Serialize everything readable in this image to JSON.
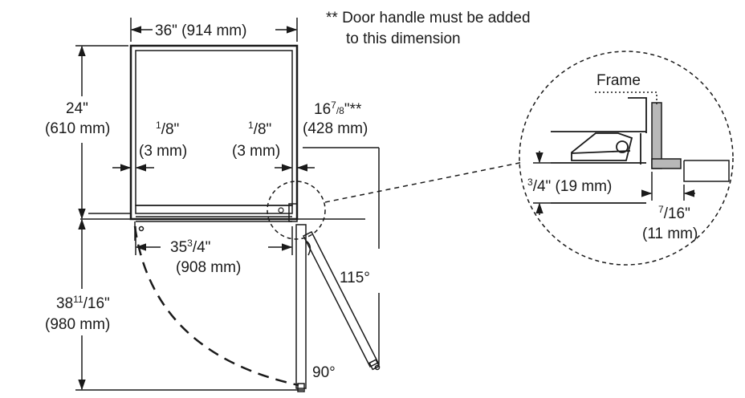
{
  "note": {
    "line1": "** Door handle must be added",
    "line2": "to this dimension"
  },
  "dimensions": {
    "width_top": "36\" (914 mm)",
    "depth_in": "24\"",
    "depth_mm": "(610 mm)",
    "gap_left_num": "1",
    "gap_left_den": "/8\"",
    "gap_left_mm": "(3 mm)",
    "gap_right_num": "1",
    "gap_right_den": "/8\"",
    "gap_right_mm": "(3 mm)",
    "door_depth_whole": "16",
    "door_depth_num": "7",
    "door_depth_den": "/8",
    "door_depth_mark": "\"**",
    "door_depth_mm": "(428 mm)",
    "inner_width_whole": "35",
    "inner_width_num": "3",
    "inner_width_den": "/4\"",
    "inner_width_mm": "(908 mm)",
    "swing_whole": "38",
    "swing_num": "11",
    "swing_den": "/16\"",
    "swing_mm": "(980 mm)",
    "angle_115": "115°",
    "angle_90": "90°"
  },
  "detail": {
    "frame_label": "Frame",
    "thickness_num": "3",
    "thickness_rest": "/4\" (19 mm)",
    "offset_num": "7",
    "offset_den": "/16\"",
    "offset_mm": "(11 mm)"
  },
  "colors": {
    "line": "#1a1a1a",
    "frame_fill": "#b8b8b8"
  }
}
